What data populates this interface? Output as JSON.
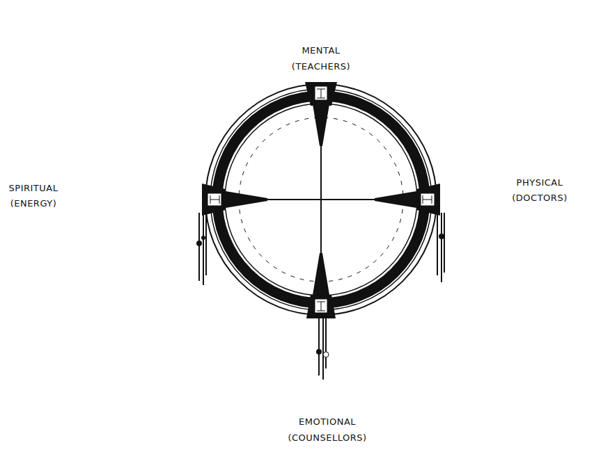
{
  "diagram": {
    "labels": [
      "MENTAL",
      "(TEACHERS)",
      "PHYSICAL",
      "(DOCTORS)",
      "SPIRITUAL",
      "(ENERGY)",
      "EMOTIONAL",
      "(COUNSELLORS)"
    ]
  }
}
